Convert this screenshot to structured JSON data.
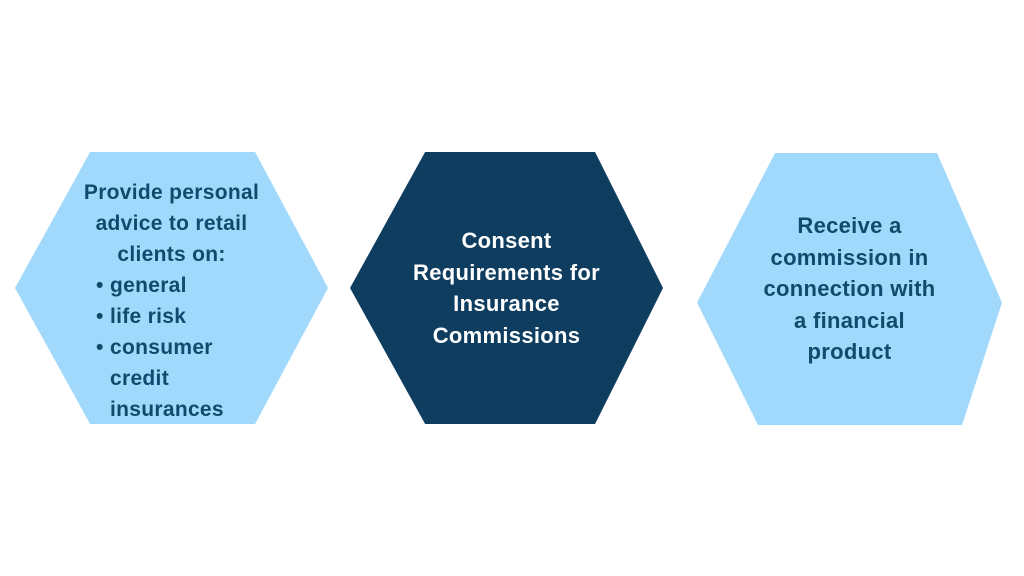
{
  "page": {
    "background_color": "#FFFFFF"
  },
  "diagram": {
    "hexagons": [
      {
        "id": "advice-scope",
        "fill": "#A0D9FB",
        "text_color": "#114A6C",
        "lines": [
          "Provide personal",
          "advice to retail",
          "clients on:"
        ],
        "bullets": [
          "general",
          "life risk",
          "consumer credit insurances"
        ]
      },
      {
        "id": "consent-requirements",
        "fill": "#0E3D5F",
        "text_color": "#FFFFFF",
        "lines": [
          "Consent",
          "Requirements for",
          "Insurance",
          "Commissions"
        ]
      },
      {
        "id": "commission",
        "fill": "#A0D9FB",
        "text_color": "#114A6C",
        "lines": [
          "Receive a",
          "commission in",
          "connection with",
          "a financial",
          "product"
        ]
      }
    ]
  }
}
